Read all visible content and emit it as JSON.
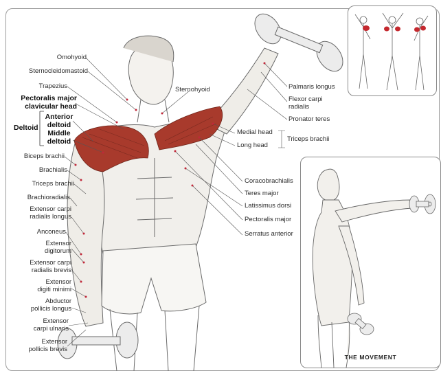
{
  "labels_left": [
    {
      "id": "omohyoid",
      "text": "Omohyoid"
    },
    {
      "id": "sternocleidomastoid",
      "text": "Sternocleidomastoid"
    },
    {
      "id": "trapezius",
      "text": "Trapezius"
    },
    {
      "id": "pect_clav",
      "text": "Pectoralis major\nclavicular head"
    },
    {
      "id": "deltoid",
      "text": "Deltoid"
    },
    {
      "id": "ant_delt",
      "text": "Anterior\ndeltoid"
    },
    {
      "id": "mid_delt",
      "text": "Middle\ndeltoid"
    },
    {
      "id": "biceps",
      "text": "Biceps brachii"
    },
    {
      "id": "brachialis",
      "text": "Brachialis"
    },
    {
      "id": "triceps_l",
      "text": "Triceps brachii"
    },
    {
      "id": "brachioradialis",
      "text": "Brachioradialis"
    },
    {
      "id": "ecrl",
      "text": "Extensor carpi\nradialis longus"
    },
    {
      "id": "anconeus",
      "text": "Anconeus"
    },
    {
      "id": "ext_dig",
      "text": "Extensor\ndigitorum"
    },
    {
      "id": "ecrb",
      "text": "Extensor carpi\nradialis brevis"
    },
    {
      "id": "edm",
      "text": "Extensor\ndigiti minimi"
    },
    {
      "id": "apl",
      "text": "Abductor\npollicis longus"
    },
    {
      "id": "ecu",
      "text": "Extensor\ncarpi ulnaris"
    },
    {
      "id": "epb",
      "text": "Extensor\npollicis brevis"
    }
  ],
  "labels_right": [
    {
      "id": "sternohyoid",
      "text": "Sternohyoid"
    },
    {
      "id": "palmaris",
      "text": "Palmaris longus"
    },
    {
      "id": "fcr",
      "text": "Flexor carpi\nradialis"
    },
    {
      "id": "pronator",
      "text": "Pronator teres"
    },
    {
      "id": "medial_head",
      "text": "Medial head"
    },
    {
      "id": "long_head",
      "text": "Long head"
    },
    {
      "id": "triceps_r",
      "text": "Triceps brachii"
    },
    {
      "id": "coracobrachialis",
      "text": "Coracobrachialis"
    },
    {
      "id": "teres_major",
      "text": "Teres major"
    },
    {
      "id": "latissimus",
      "text": "Latissimus dorsi"
    },
    {
      "id": "pect_major",
      "text": "Pectoralis major"
    },
    {
      "id": "serratus",
      "text": "Serratus anterior"
    }
  ],
  "movement_caption": "THE MOVEMENT",
  "colors": {
    "target_muscle": "#a83a2c",
    "target_muscle_light": "#c85a48",
    "line": "#555555",
    "frame": "#9a9a9a"
  }
}
